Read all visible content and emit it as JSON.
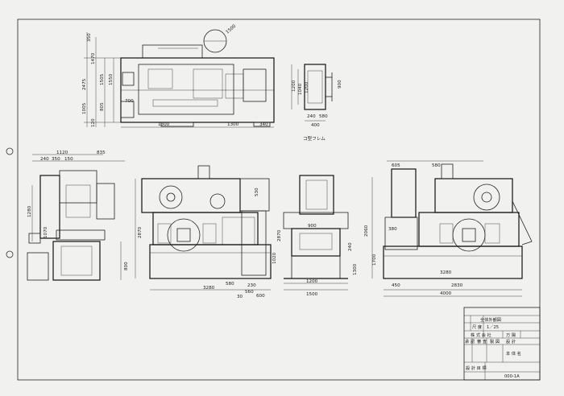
{
  "drawing": {
    "title": "全体外観図",
    "scale_label": "尺 度",
    "scale": "1／25",
    "company_prefix": "株 式 会 社",
    "company": "万 陽",
    "cells": [
      "承 認",
      "審 査",
      "製 図",
      "設 計"
    ],
    "material": "本 体 名",
    "remark": "設 計 目 標",
    "drawing_no": "000-1A",
    "frame_caption": "コ型フレム"
  },
  "dimensions": {
    "plan": [
      "1500",
      "350",
      "1470",
      "2475",
      "1005",
      "1505",
      "1550",
      "805",
      "700",
      "120",
      "1300",
      "1300",
      "340"
    ],
    "plan_side": [
      "1200",
      "1040",
      "900",
      "1200",
      "240",
      "580",
      "400"
    ],
    "left_view": [
      "1120",
      "835",
      "240",
      "350",
      "150",
      "1280",
      "1070",
      "800"
    ],
    "front_view": [
      "3280",
      "580",
      "1020",
      "2870",
      "530",
      "230",
      "560",
      "600",
      "30"
    ],
    "middle_view": [
      "900",
      "240",
      "1200",
      "1500",
      "2870",
      "1300"
    ],
    "right_view": [
      "605",
      "580",
      "4000",
      "2830",
      "450",
      "380",
      "3280",
      "2060",
      "1700"
    ]
  }
}
